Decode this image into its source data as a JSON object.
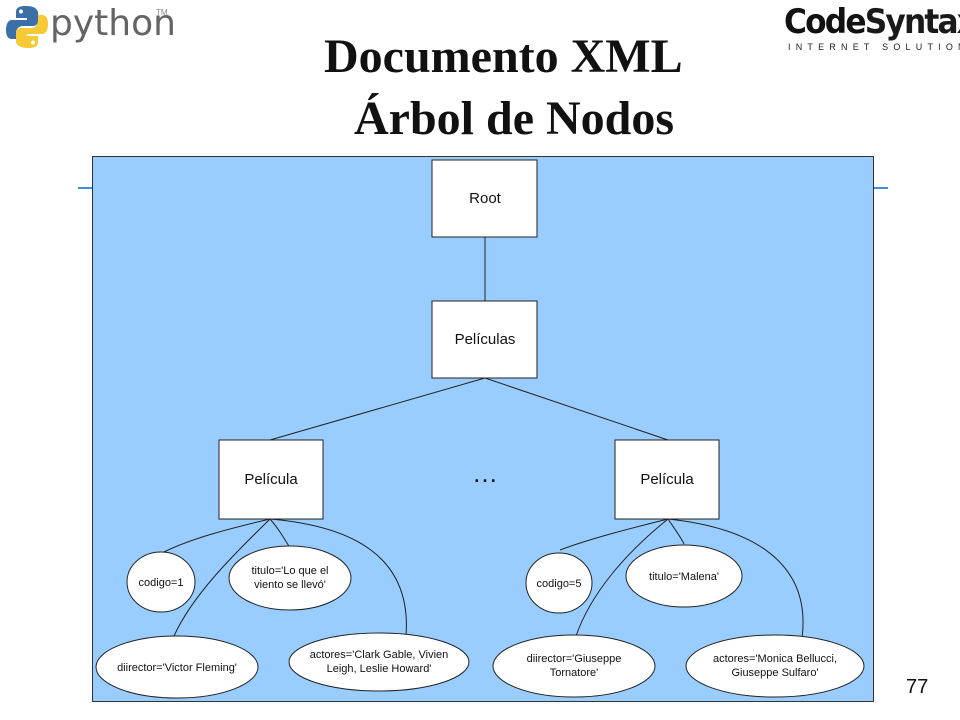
{
  "logos": {
    "python": {
      "word": "python",
      "tm": "TM"
    },
    "codesyntax": {
      "code": "Code",
      "syntax": "Syntax",
      "tagline": "INTERNET SOLUTIONS"
    }
  },
  "title": {
    "line1": "Documento XML",
    "line2": "Árbol de Nodos"
  },
  "diagram": {
    "root": "Root",
    "peliculas": "Películas",
    "pelicula_left": "Película",
    "pelicula_right": "Película",
    "ellipsis": "…",
    "left_attrs": {
      "codigo": "codigo=1",
      "titulo": [
        "titulo='Lo que el",
        "viento se llevó'"
      ],
      "director": "diirector='Victor Fleming'",
      "actores": [
        "actores='Clark Gable, Vivien",
        "Leigh, Leslie Howard'"
      ]
    },
    "right_attrs": {
      "codigo": "codigo=5",
      "titulo": "titulo='Malena'",
      "director": [
        "diirector='Giuseppe",
        "Tornatore'"
      ],
      "actores": [
        "actores='Monica Bellucci,",
        "Giuseppe Sulfaro'"
      ]
    }
  },
  "page_number": "77",
  "colors": {
    "diagram_bg": "#99ccff",
    "rule": "#3d8fe0",
    "python_blue": "#3a6fa8",
    "python_yellow": "#f7c935"
  }
}
